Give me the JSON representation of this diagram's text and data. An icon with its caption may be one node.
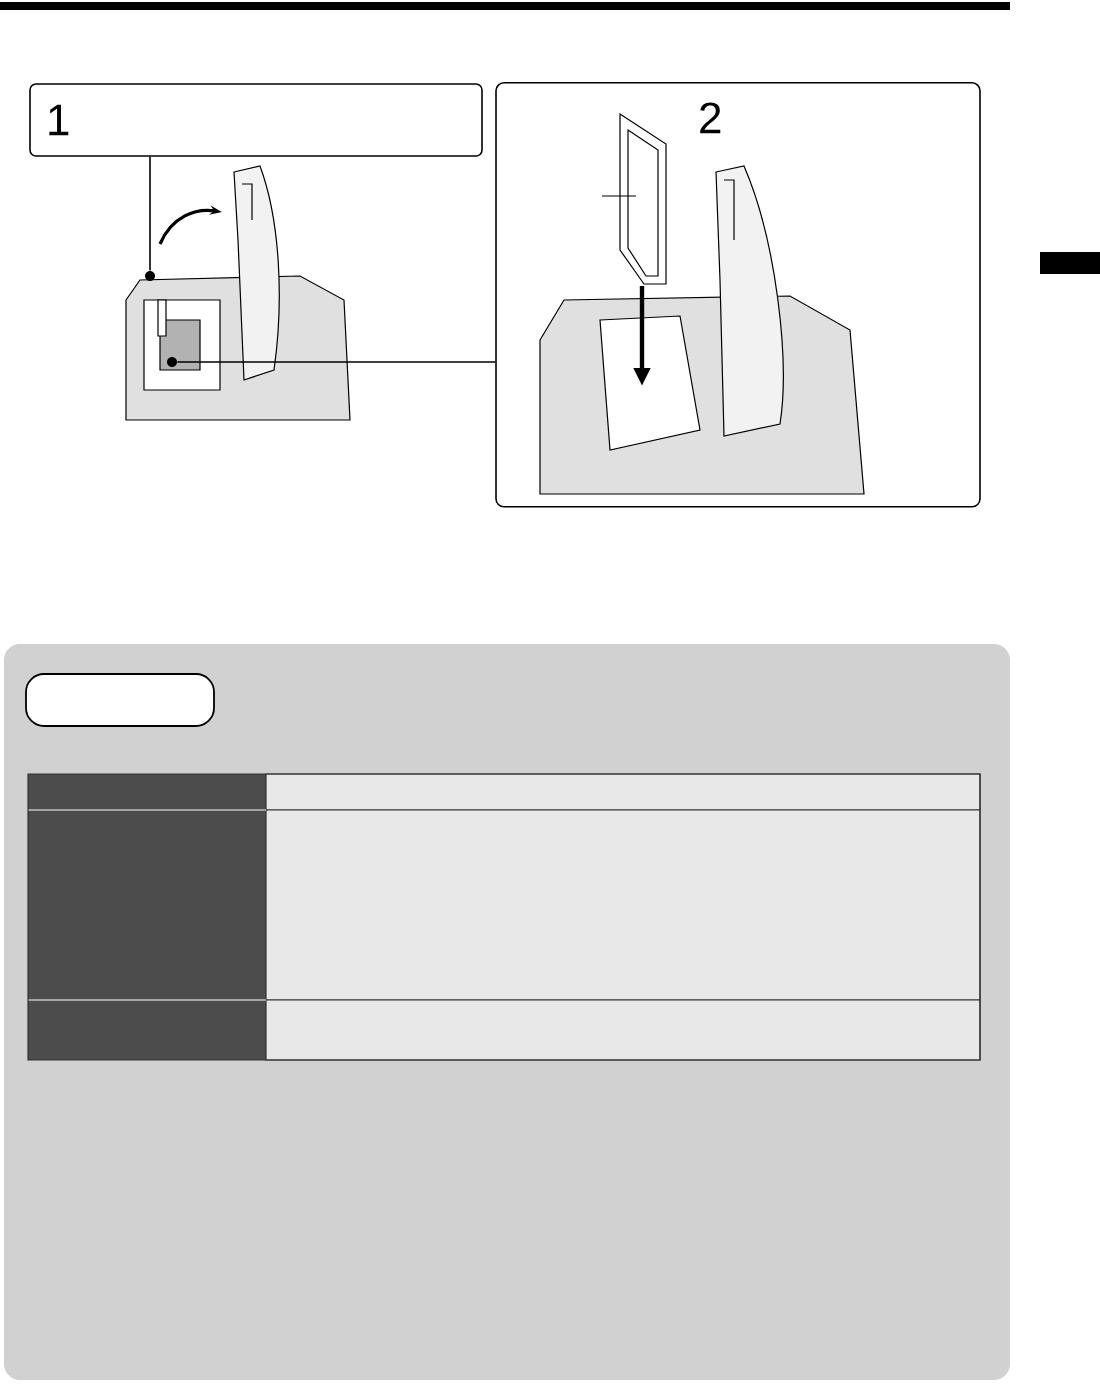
{
  "diagram": {
    "nodes": [
      {
        "text": [
          "1"
        ]
      },
      {
        "text": [
          "2"
        ]
      },
      {
        "text": [],
        "shape": "circle"
      },
      {
        "text": [],
        "shape": "circle"
      },
      {
        "text": [],
        "shape": "box"
      }
    ],
    "edges": [
      {
        "from": 0,
        "to": 2,
        "arrow": "none"
      },
      {
        "from": 3,
        "to": 1,
        "arrow": "none"
      }
    ]
  }
}
